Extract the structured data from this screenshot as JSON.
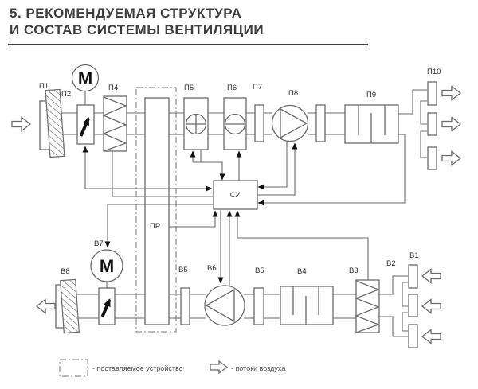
{
  "title": {
    "line1": "5. РЕКОМЕНДУЕМАЯ СТРУКТУРА",
    "line2": "И СОСТАВ СИСТЕМЫ ВЕНТИЛЯЦИИ"
  },
  "labels": {
    "p1": "П1",
    "p2": "П2",
    "p4": "П4",
    "p5": "П5",
    "p6": "П6",
    "p7": "П7",
    "p8": "П8",
    "p9": "П9",
    "p10": "П10",
    "b1": "В1",
    "b2": "В2",
    "b3": "В3",
    "b4": "В4",
    "b5a": "В5",
    "b5b": "В5",
    "b6": "В6",
    "b7": "В7",
    "b8": "В8",
    "pr": "ПР",
    "su": "СУ",
    "motor": "M"
  },
  "legend": {
    "supplied_device": "- поставляемое устройство",
    "air_flows": "- потоки воздуха"
  },
  "colors": {
    "line": "#6b6b6b",
    "accent": "#111111",
    "title": "#3e3e3e"
  }
}
